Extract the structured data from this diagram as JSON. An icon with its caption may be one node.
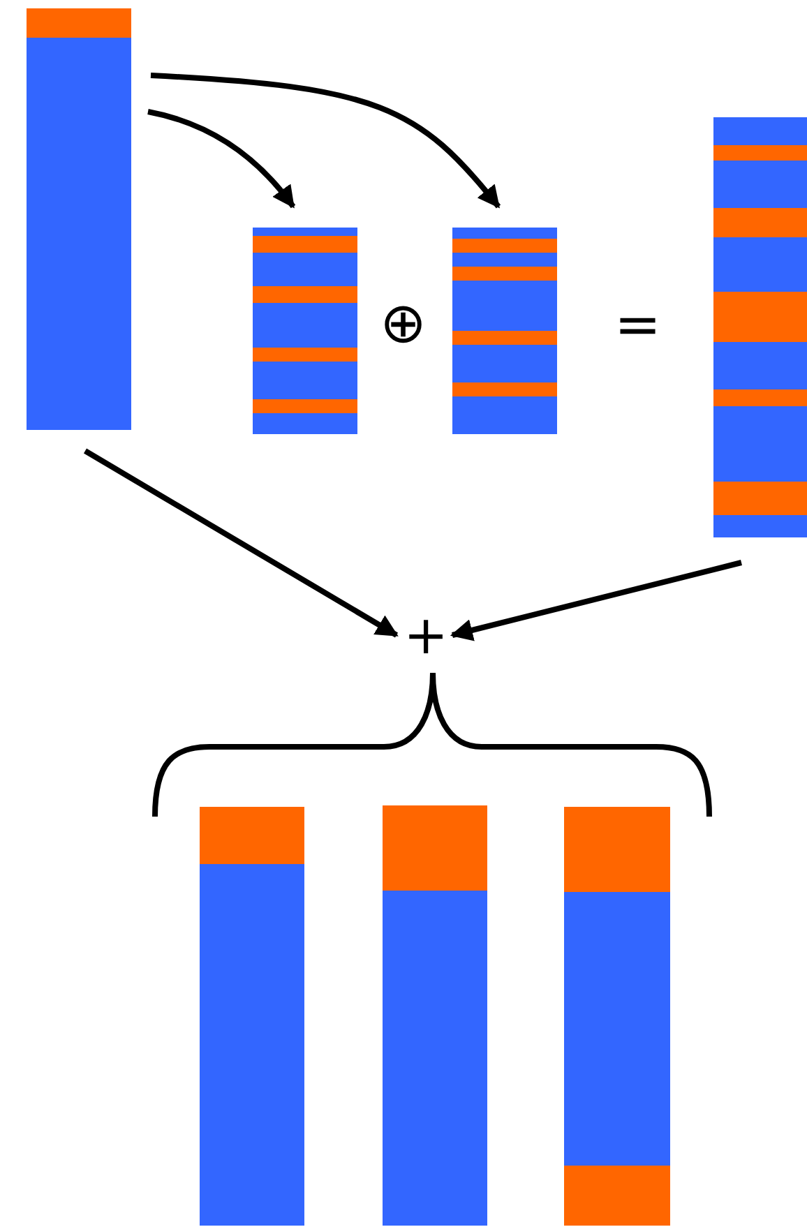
{
  "diagram": {
    "nodes": [
      {
        "text": [],
        "shape": "bar"
      },
      {
        "text": [],
        "shape": "bar"
      },
      {
        "text": [],
        "shape": "bar"
      },
      {
        "text": [],
        "shape": "bar"
      },
      {
        "text": [
          "+"
        ]
      },
      {
        "text": [],
        "shape": "bar"
      },
      {
        "text": [],
        "shape": "bar"
      },
      {
        "text": [],
        "shape": "bar"
      }
    ],
    "edges": [
      {
        "from": 0,
        "to": 1,
        "arrow": "to"
      },
      {
        "from": 0,
        "to": 2,
        "arrow": "to"
      },
      {
        "from": 0,
        "to": 4,
        "arrow": "to"
      },
      {
        "from": 3,
        "to": 4,
        "arrow": "to"
      }
    ],
    "labels": [
      "⊕",
      "="
    ]
  }
}
